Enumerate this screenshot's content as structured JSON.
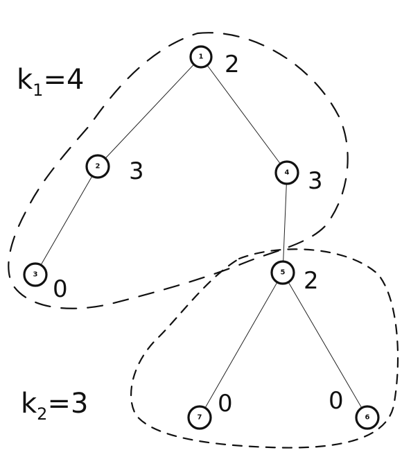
{
  "groups": [
    {
      "id": "k1",
      "base": "k",
      "subscript": "1",
      "rest": "=4"
    },
    {
      "id": "k2",
      "base": "k",
      "subscript": "2",
      "rest": "=3"
    }
  ],
  "nodes": [
    {
      "id": "1",
      "label": "1",
      "weight": "2"
    },
    {
      "id": "2",
      "label": "2",
      "weight": "3"
    },
    {
      "id": "4",
      "label": "4",
      "weight": "3"
    },
    {
      "id": "3",
      "label": "3",
      "weight": "0"
    },
    {
      "id": "5",
      "label": "5",
      "weight": "2"
    },
    {
      "id": "7",
      "label": "7",
      "weight": "0"
    },
    {
      "id": "6",
      "label": "6",
      "weight": "0"
    }
  ],
  "edges": [
    {
      "from": "1",
      "to": "2"
    },
    {
      "from": "1",
      "to": "4"
    },
    {
      "from": "2",
      "to": "3"
    },
    {
      "from": "4",
      "to": "5"
    },
    {
      "from": "5",
      "to": "7"
    },
    {
      "from": "5",
      "to": "6"
    }
  ],
  "colors": {
    "stroke": "#111111",
    "background": "#ffffff"
  }
}
